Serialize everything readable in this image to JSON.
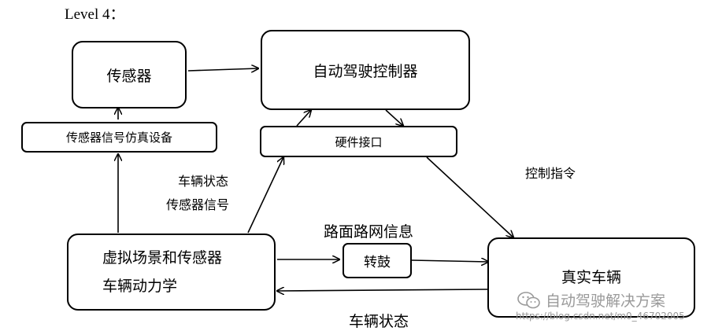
{
  "title": "Level 4：",
  "nodes": {
    "sensor": "传感器",
    "controller": "自动驾驶控制器",
    "sensor_sim": "传感器信号仿真设备",
    "hw_interface": "硬件接口",
    "virtual_scene_line1": "虚拟场景和传感器",
    "virtual_scene_line2": "车辆动力学",
    "drum": "转鼓",
    "real_vehicle": "真实车辆"
  },
  "edge_labels": {
    "vehicle_state_sensor_line1": "车辆状态",
    "vehicle_state_sensor_line2": "传感器信号",
    "control_command": "控制指令",
    "road_network": "路面路网信息",
    "vehicle_state_bottom": "车辆状态"
  },
  "watermark": {
    "brand": "自动驾驶解决方案",
    "url": "https://blog.csdn.net/m0_46702005"
  }
}
